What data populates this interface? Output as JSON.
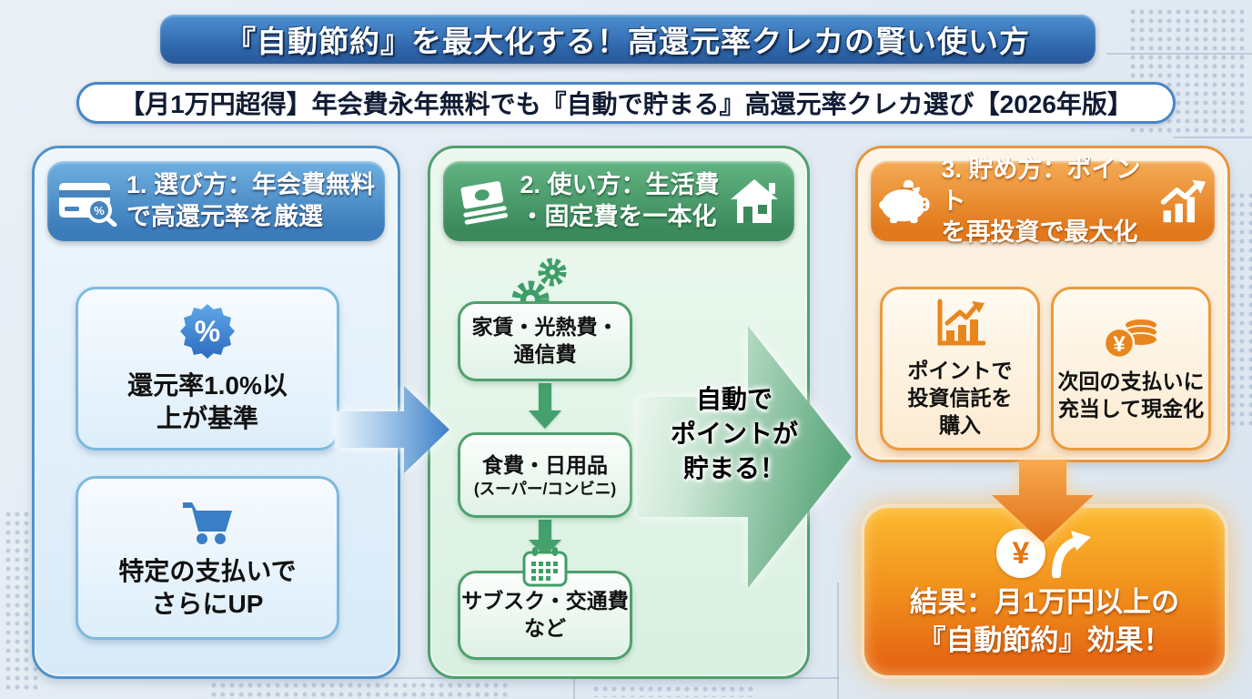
{
  "title": "『自動節約』を最大化する！高還元率クレカの賢い使い方",
  "subtitle": "【月1万円超得】年会費永年無料でも『自動で貯まる』高還元率クレカ選び【2026年版】",
  "colors": {
    "blue_accent": "#3a7ec6",
    "green_accent": "#3f9e68",
    "orange_accent": "#e8861d",
    "title_bar": "#2e66ab"
  },
  "icons": {
    "card_search_percent": "%",
    "percent_badge": "%",
    "coin_yen": "¥",
    "result_yen": "¥"
  },
  "columns": {
    "select": {
      "header": "1. 選び方：年会費無料\nで高還元率を厳選",
      "boxes": [
        {
          "label": "還元率1.0%以\n上が基準"
        },
        {
          "label": "特定の支払いで\nさらにUP"
        }
      ]
    },
    "use": {
      "header": "2. 使い方：生活費\n・固定費を一本化",
      "flow": [
        {
          "main": "家賃・光熱費・\n通信費",
          "sub": ""
        },
        {
          "main": "食費・日用品",
          "sub": "(スーパー/コンビニ)"
        },
        {
          "main": "サブスク・交通費\nなど",
          "sub": ""
        }
      ],
      "arrow_label": "自動で\nポイントが\n貯まる！"
    },
    "save": {
      "header": "3. 貯め方：ポイント\nを再投資で最大化",
      "boxes": [
        {
          "label": "ポイントで\n投資信託を\n購入"
        },
        {
          "label": "次回の支払いに\n充当して現金化"
        }
      ],
      "result": "結果：月1万円以上の\n『自動節約』効果！"
    }
  }
}
